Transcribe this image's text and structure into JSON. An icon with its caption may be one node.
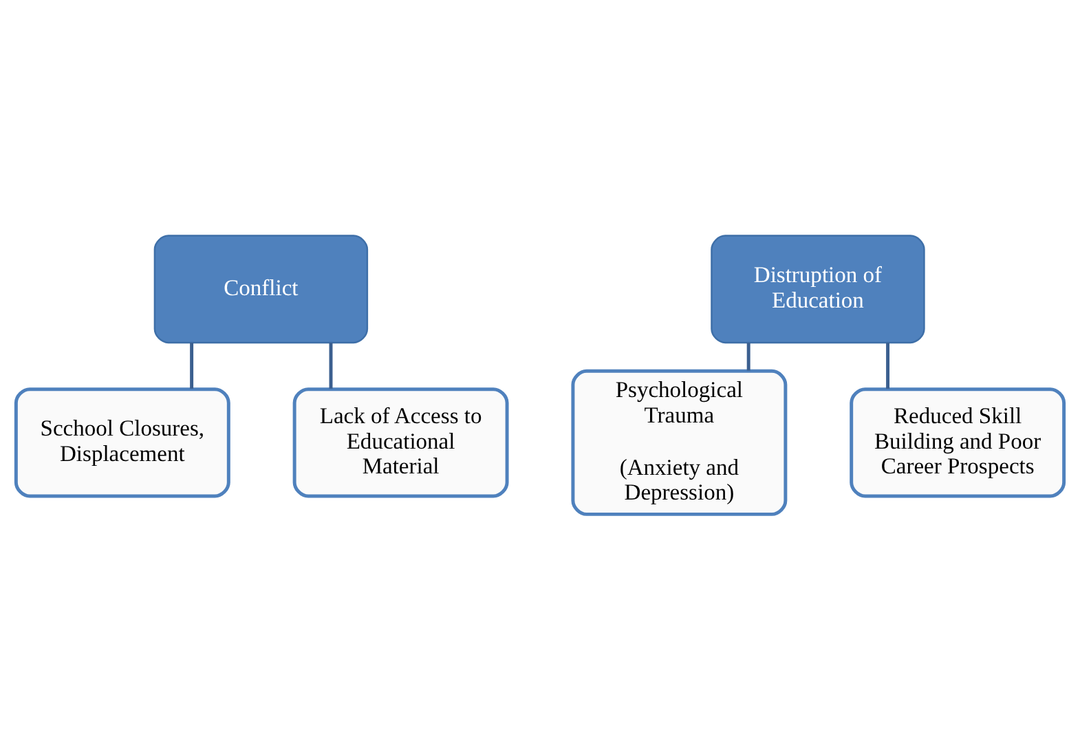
{
  "diagram": {
    "nodes": [
      {
        "text": [
          "Conflict"
        ]
      },
      {
        "text": [
          "Distruption of Education"
        ]
      },
      {
        "text": [
          "Scchool Closures, Displacement"
        ]
      },
      {
        "text": [
          "Lack of Access to Educational Material"
        ]
      },
      {
        "text": [
          "Psychological Trauma",
          "(Anxiety and Depression)"
        ]
      },
      {
        "text": [
          "Reduced Skill Building and Poor Career Prospects"
        ]
      }
    ],
    "edges": [
      {
        "from": 0,
        "to": 2,
        "arrow": "none"
      },
      {
        "from": 0,
        "to": 3,
        "arrow": "none"
      },
      {
        "from": 1,
        "to": 4,
        "arrow": "none"
      },
      {
        "from": 1,
        "to": 5,
        "arrow": "none"
      }
    ]
  }
}
